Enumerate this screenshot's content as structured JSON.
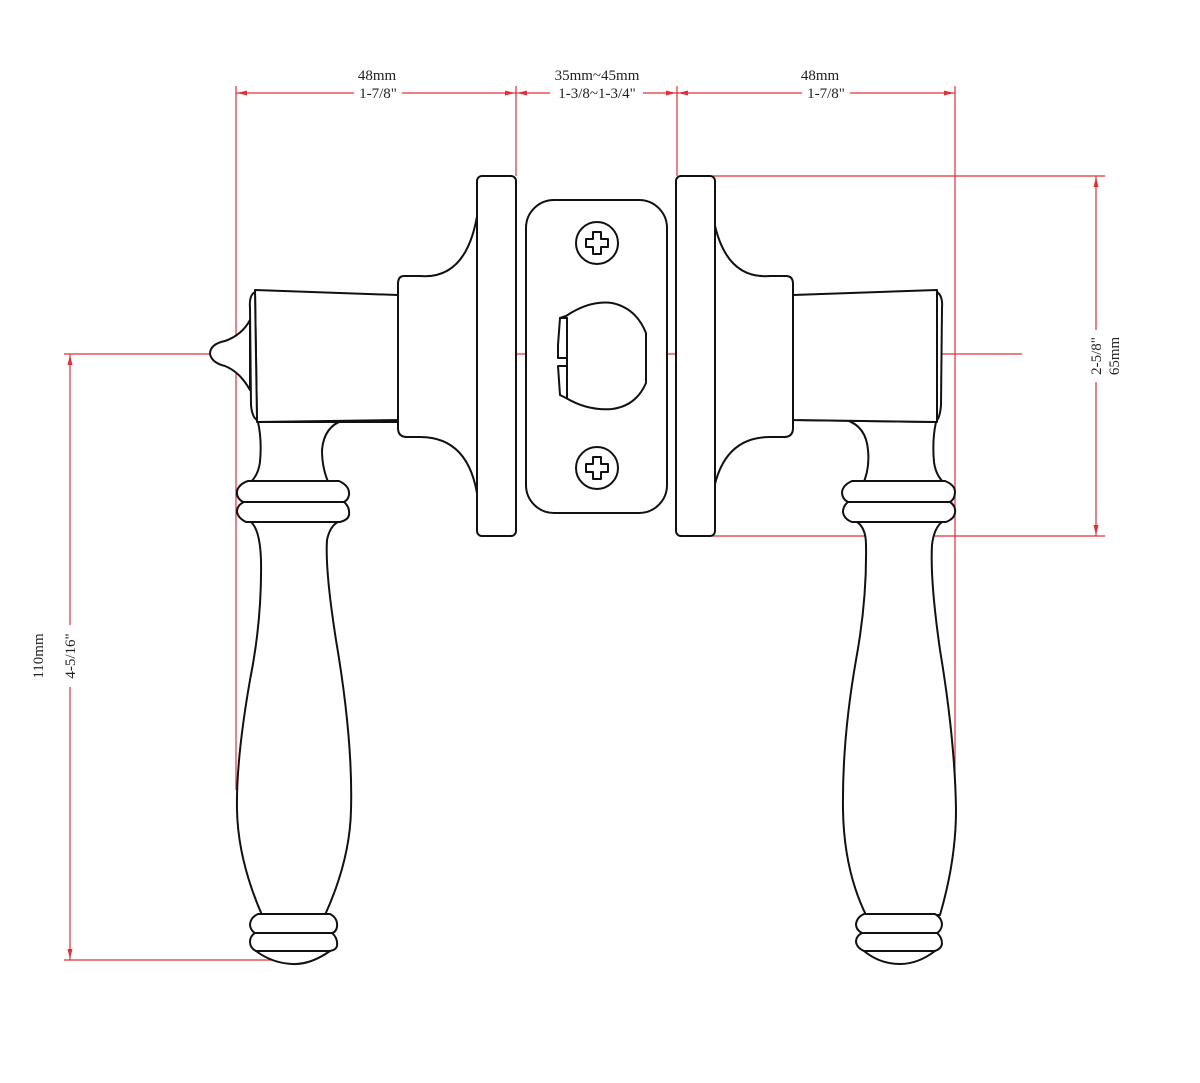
{
  "diagram": {
    "type": "technical-drawing",
    "subject": "lever-door-handle-set",
    "colors": {
      "outline": "#111111",
      "dimension": "#e0303a",
      "background": "#ffffff"
    },
    "dimensions": {
      "left_width": {
        "metric": "48mm",
        "imperial": "1-7/8\""
      },
      "door_thickness": {
        "metric": "35mm~45mm",
        "imperial": "1-3/8~1-3/4\""
      },
      "right_width": {
        "metric": "48mm",
        "imperial": "1-7/8\""
      },
      "rose_height": {
        "metric": "65mm",
        "imperial": "2-5/8\""
      },
      "lever_drop": {
        "metric": "110mm",
        "imperial": "4-5/16\""
      }
    },
    "components": [
      "left-lever",
      "left-rose",
      "latch-faceplate",
      "top-screw",
      "bottom-screw",
      "latch-bolt",
      "right-rose",
      "right-lever"
    ]
  }
}
